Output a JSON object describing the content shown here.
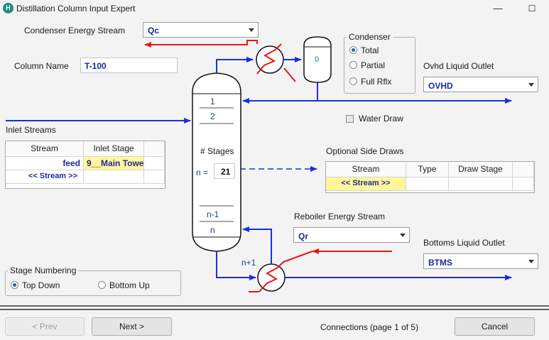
{
  "window": {
    "title": "Distillation Column Input Expert",
    "minimize": "—",
    "maximize": "☐"
  },
  "condenser_energy": {
    "label": "Condenser Energy Stream",
    "value": "Qc"
  },
  "column_name": {
    "label": "Column Name",
    "value": "T-100"
  },
  "condenser": {
    "title": "Condenser",
    "options": [
      {
        "label": "Total",
        "selected": true
      },
      {
        "label": "Partial",
        "selected": false
      },
      {
        "label": "Full Rflx",
        "selected": false
      }
    ],
    "drum_value": "0"
  },
  "ovhd": {
    "label": "Ovhd Liquid Outlet",
    "value": "OVHD"
  },
  "water_draw": {
    "label": "Water Draw",
    "checked": false
  },
  "inlet_streams": {
    "label": "Inlet Streams",
    "headers": [
      "Stream",
      "Inlet Stage"
    ],
    "rows": [
      {
        "stream": "feed",
        "stage": "9__Main Towe"
      },
      {
        "stream": "<< Stream >>",
        "stage": ""
      }
    ]
  },
  "column": {
    "stage_1": "1",
    "stage_2": "2",
    "stages_label": "# Stages",
    "n_label": "n =",
    "n_value": "21",
    "stage_n1": "n-1",
    "stage_n": "n",
    "stage_np1": "n+1"
  },
  "side_draws": {
    "label": "Optional Side Draws",
    "headers": [
      "Stream",
      "Type",
      "Draw Stage"
    ],
    "rows": [
      {
        "stream": "<< Stream >>",
        "type": "",
        "stage": ""
      }
    ]
  },
  "reboiler_energy": {
    "label": "Reboiler Energy Stream",
    "value": "Qr"
  },
  "bottoms": {
    "label": "Bottoms Liquid Outlet",
    "value": "BTMS"
  },
  "stage_numbering": {
    "title": "Stage Numbering",
    "options": [
      {
        "label": "Top Down",
        "selected": true
      },
      {
        "label": "Bottom Up",
        "selected": false
      }
    ]
  },
  "footer": {
    "prev": "< Prev",
    "next": "Next >",
    "status": "Connections (page 1 of 5)",
    "cancel": "Cancel"
  },
  "colors": {
    "stream_blue": "#1b2fe0",
    "energy_red": "#e81818",
    "label_blue": "#1c2a9c"
  }
}
